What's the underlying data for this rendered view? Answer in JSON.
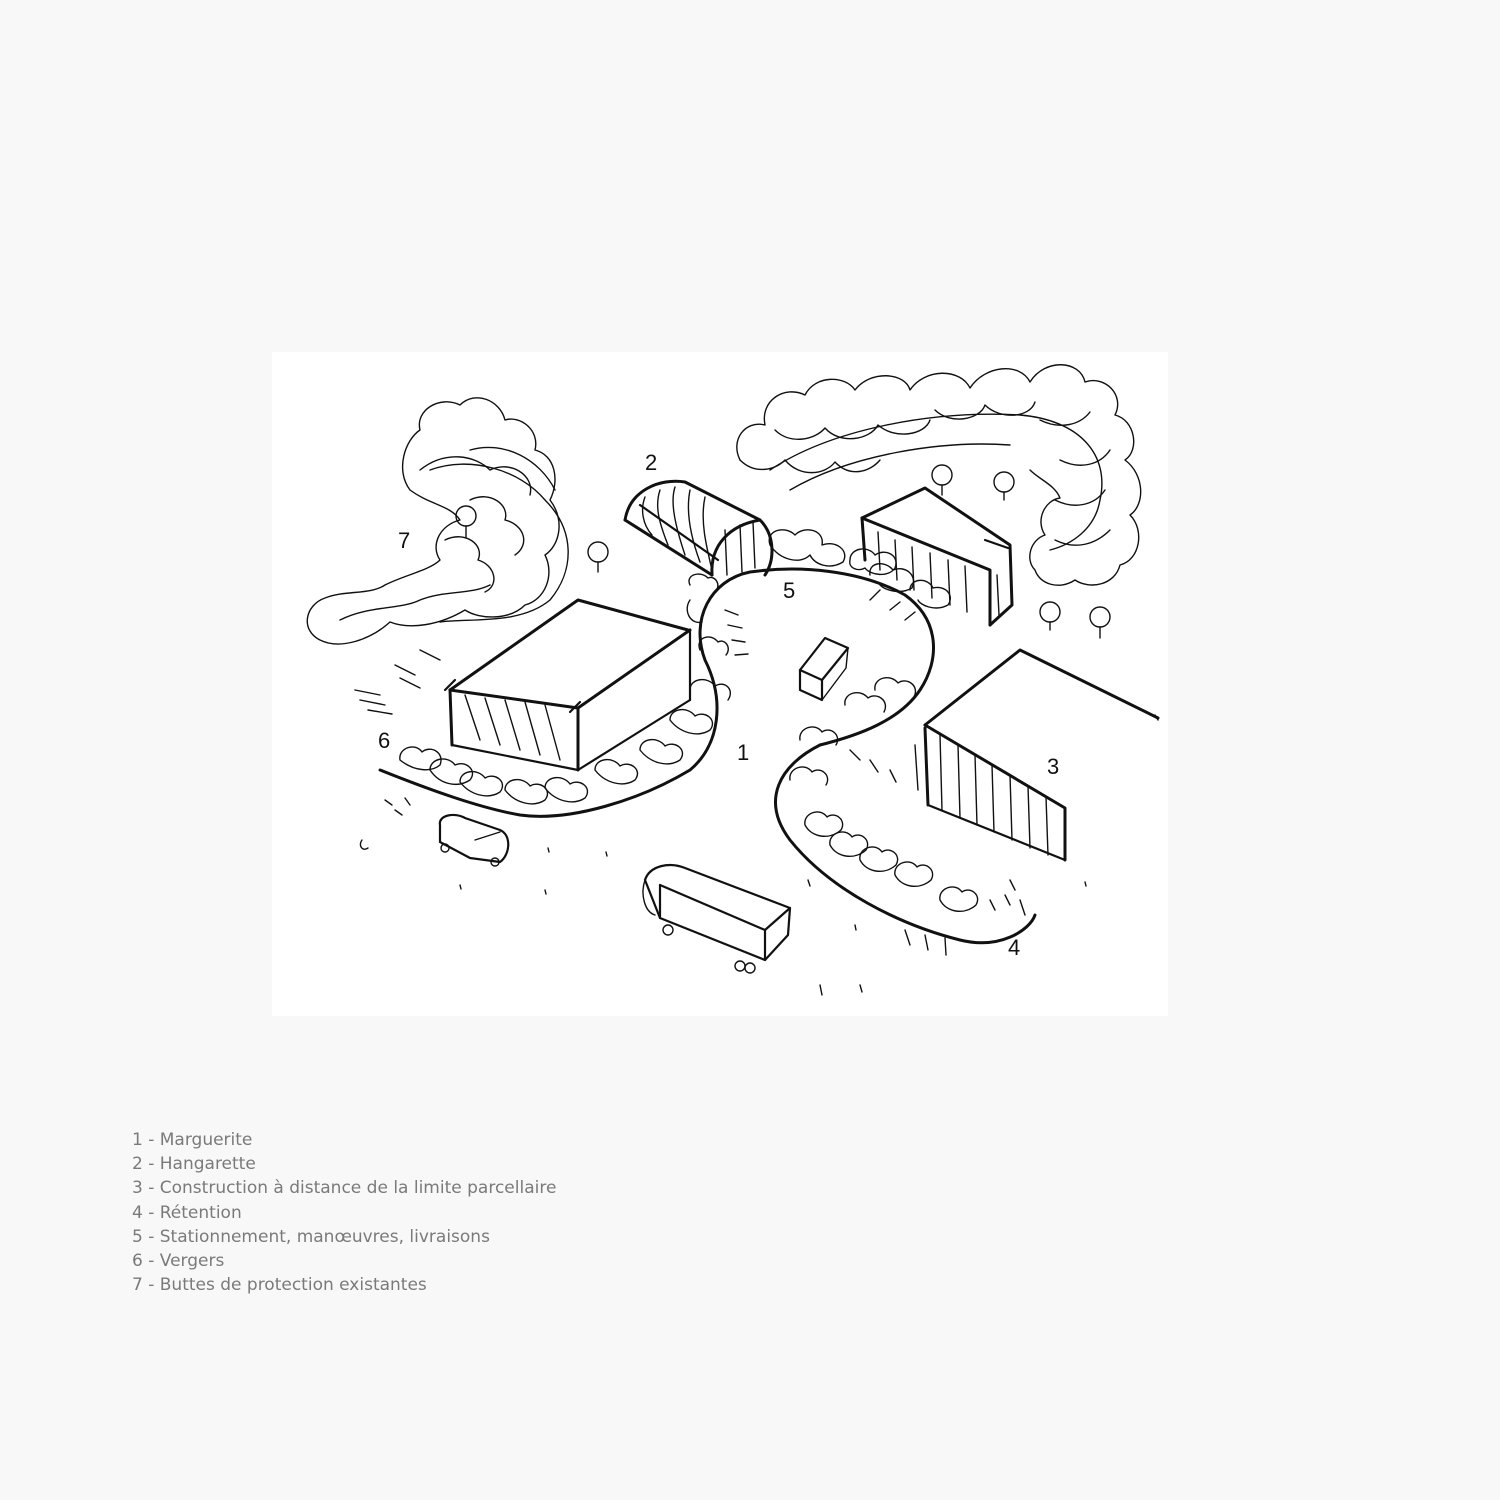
{
  "diagram": {
    "numbers": {
      "n1": "1",
      "n2": "2",
      "n3": "3",
      "n4": "4",
      "n5": "5",
      "n6": "6",
      "n7": "7"
    }
  },
  "legend": {
    "items": [
      "1 - Marguerite",
      "2 - Hangarette",
      "3 - Construction à distance de la limite parcellaire",
      "4 - Rétention",
      "5 - Stationnement, manœuvres, livraisons",
      "6 - Vergers",
      "7 - Buttes de protection existantes"
    ]
  },
  "colors": {
    "ink": "#111111",
    "legend_text": "#7a7a7a",
    "background": "#f8f8f8",
    "panel": "#ffffff"
  }
}
